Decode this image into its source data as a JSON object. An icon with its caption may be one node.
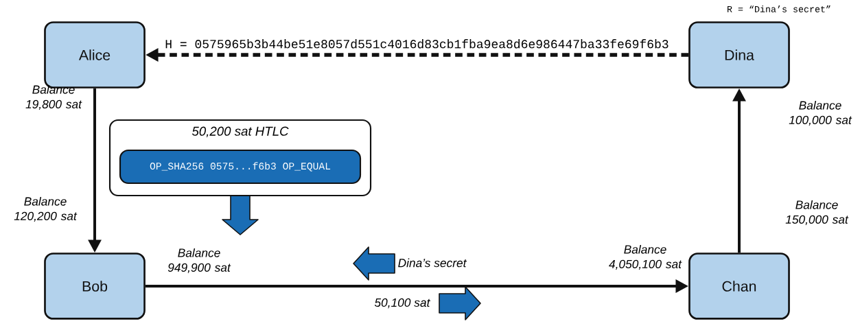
{
  "diagram": {
    "nodes": [
      {
        "text": [
          "Alice"
        ]
      },
      {
        "text": [
          "Dina"
        ],
        "beside": [
          "R = “Dina’s secret”"
        ]
      },
      {
        "text": [
          "Bob"
        ]
      },
      {
        "text": [
          "Chan"
        ]
      },
      {
        "text": [
          "50,200 sat HTLC"
        ]
      },
      {
        "text": [
          "OP_SHA256 0575...f6b3 OP_EQUAL"
        ],
        "in": 4
      }
    ],
    "edges": [
      {
        "from": 1,
        "to": 0,
        "arrow": "to",
        "style": "dashed",
        "label": "H = 0575965b3b44be51e8057d551c4016d83cb1fba9ea8d6e986447ba33fe69f6b3"
      },
      {
        "from": 0,
        "to": 2,
        "arrow": "to"
      },
      {
        "from": 2,
        "to": 3,
        "arrow": "to"
      },
      {
        "from": 3,
        "to": 1,
        "arrow": "to"
      }
    ],
    "labels": [
      "Balance 19,800 sat",
      "Balance 100,000 sat",
      "Balance 120,200 sat",
      "Balance 150,000 sat",
      "Balance 949,900 sat",
      "Balance 4,050,100 sat",
      "Dina’s secret",
      "50,100 sat"
    ]
  }
}
